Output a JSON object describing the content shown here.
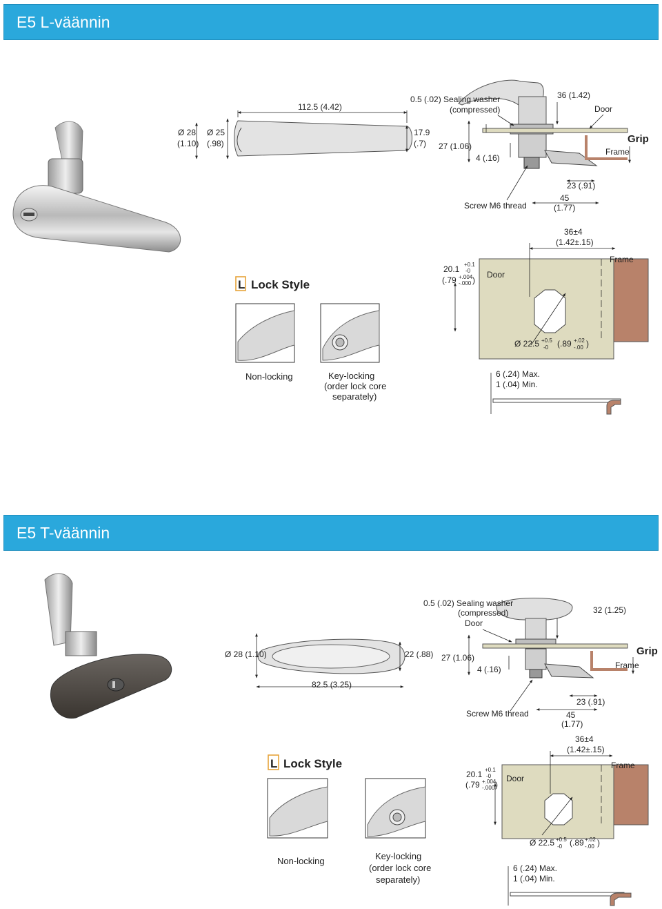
{
  "section_l": {
    "title": "E5 L-väännin",
    "dims": {
      "length": "112.5 (4.42)",
      "washer": "0.5 (.02) Sealing washer",
      "compressed": "(compressed)",
      "d36": "36 (1.42)",
      "door": "Door",
      "dia28": "Ø 28",
      "dia28in": "(1.10)",
      "dia25": "Ø 25",
      "dia25in": "(.98)",
      "h179": "17.9",
      "h179in": "(.7)",
      "d27": "27 (1.06)",
      "d4": "4 (.16)",
      "frame": "Frame",
      "grip": "Grip",
      "d23": "23 (.91)",
      "d45": "45",
      "d45in": "(1.77)",
      "screw": "Screw M6 thread"
    },
    "cutout": {
      "d36_4": "36±4",
      "d36_4in": "(1.42±.15)",
      "frame": "Frame",
      "h201": "20.1",
      "h201tol": "+0.1",
      "h201tol2": "-0",
      "h201in": "(.79",
      "h201intol": "+.004",
      "h201intol2": "-.000",
      "h201inclose": ")",
      "door": "Door",
      "dia225": "Ø 22.5",
      "dia225tol": "+0.5",
      "dia225tol2": "-0",
      "dia225in": "(.89",
      "dia225intol": "+.02",
      "dia225intol2": "-.00",
      "dia225inclose": ")",
      "max": "6 (.24) Max.",
      "min": "1 (.04) Min."
    },
    "lock_style_letter": "L",
    "lock_style": "Lock Style",
    "non_locking": "Non-locking",
    "key_locking": [
      "Key-locking",
      "(order lock core",
      "separately)"
    ]
  },
  "section_t": {
    "title": "E5 T-väännin",
    "dims": {
      "washer": "0.5 (.02) Sealing washer",
      "compressed": "(compressed)",
      "door": "Door",
      "d32": "32 (1.25)",
      "dia28": "Ø 28 (1.10)",
      "d22": "22 (.88)",
      "d27": "27 (1.06)",
      "d4": "4  (.16)",
      "grip": "Grip",
      "frame": "Frame",
      "d825": "82.5 (3.25)",
      "d23": "23 (.91)",
      "screw": "Screw M6 thread",
      "d45": "45",
      "d45in": "(1.77)"
    },
    "cutout": {
      "d36_4": "36±4",
      "d36_4in": "(1.42±.15)",
      "frame": "Frame",
      "h201": "20.1",
      "h201tol": "+0.1",
      "h201tol2": "-0",
      "h201in": "(.79",
      "h201intol": "+.004",
      "h201intol2": "-.000",
      "h201inclose": ")",
      "door": "Door",
      "dia225": "Ø 22.5",
      "dia225tol": "+0.5",
      "dia225tol2": "-0",
      "dia225in": "(.89",
      "dia225intol": "+.02",
      "dia225intol2": "-.00",
      "dia225inclose": ")",
      "max": "6 (.24) Max.",
      "min": "1 (.04) Min."
    },
    "lock_style_letter": "L",
    "lock_style": "Lock Style",
    "non_locking": "Non-locking",
    "key_locking": [
      "Key-locking",
      "(order lock core",
      "separately)"
    ]
  },
  "colors": {
    "banner": "#2aa8dc",
    "door_panel": "#dedbbf",
    "frame": "#b8826a",
    "lock_style_box": "#e6a33a"
  }
}
